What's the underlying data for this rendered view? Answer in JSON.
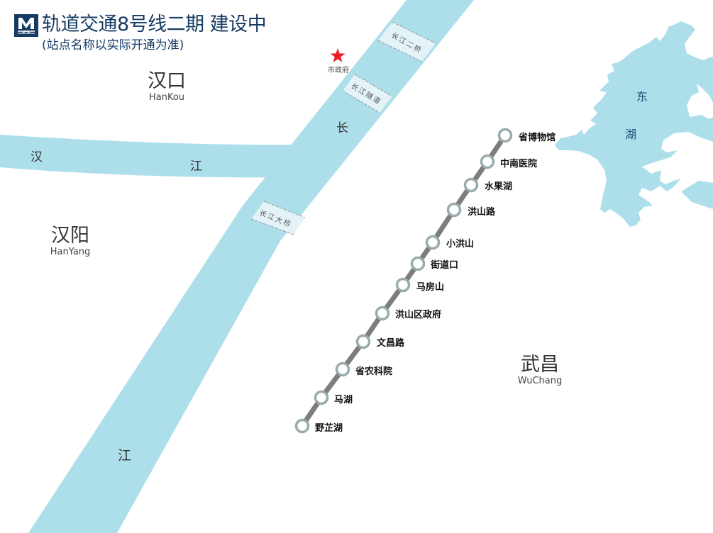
{
  "header": {
    "title": "轨道交通8号线二期 建设中",
    "subtitle": "(站点名称以实际开通为准)",
    "logo_letter": "M"
  },
  "districts": [
    {
      "name": "汉口",
      "pinyin": "HanKou"
    },
    {
      "name": "汉阳",
      "pinyin": "HanYang"
    },
    {
      "name": "武昌",
      "pinyin": "WuChang"
    }
  ],
  "rivers": {
    "han_river": [
      "汉",
      "江"
    ],
    "yangtze": [
      "长",
      "江"
    ]
  },
  "lake": {
    "chars": [
      "东",
      "湖"
    ]
  },
  "crossings": [
    {
      "name": "长江二桥"
    },
    {
      "name": "长江隧道"
    },
    {
      "name": "长江大桥"
    }
  ],
  "landmark": {
    "name": "市政府",
    "icon": "red-star",
    "color": "#ee1c25"
  },
  "line": {
    "color": "#7d7d7d",
    "station_ring_color": "#9aabab",
    "stations": [
      {
        "name": "省博物馆"
      },
      {
        "name": "中南医院"
      },
      {
        "name": "水果湖"
      },
      {
        "name": "洪山路"
      },
      {
        "name": "小洪山"
      },
      {
        "name": "街道口"
      },
      {
        "name": "马房山"
      },
      {
        "name": "洪山区政府"
      },
      {
        "name": "文昌路"
      },
      {
        "name": "省农科院"
      },
      {
        "name": "马湖"
      },
      {
        "name": "野芷湖"
      }
    ]
  },
  "colors": {
    "water": "#addfeb",
    "crossing_band": "#e3f3f7",
    "title_blue": "#163b63"
  }
}
